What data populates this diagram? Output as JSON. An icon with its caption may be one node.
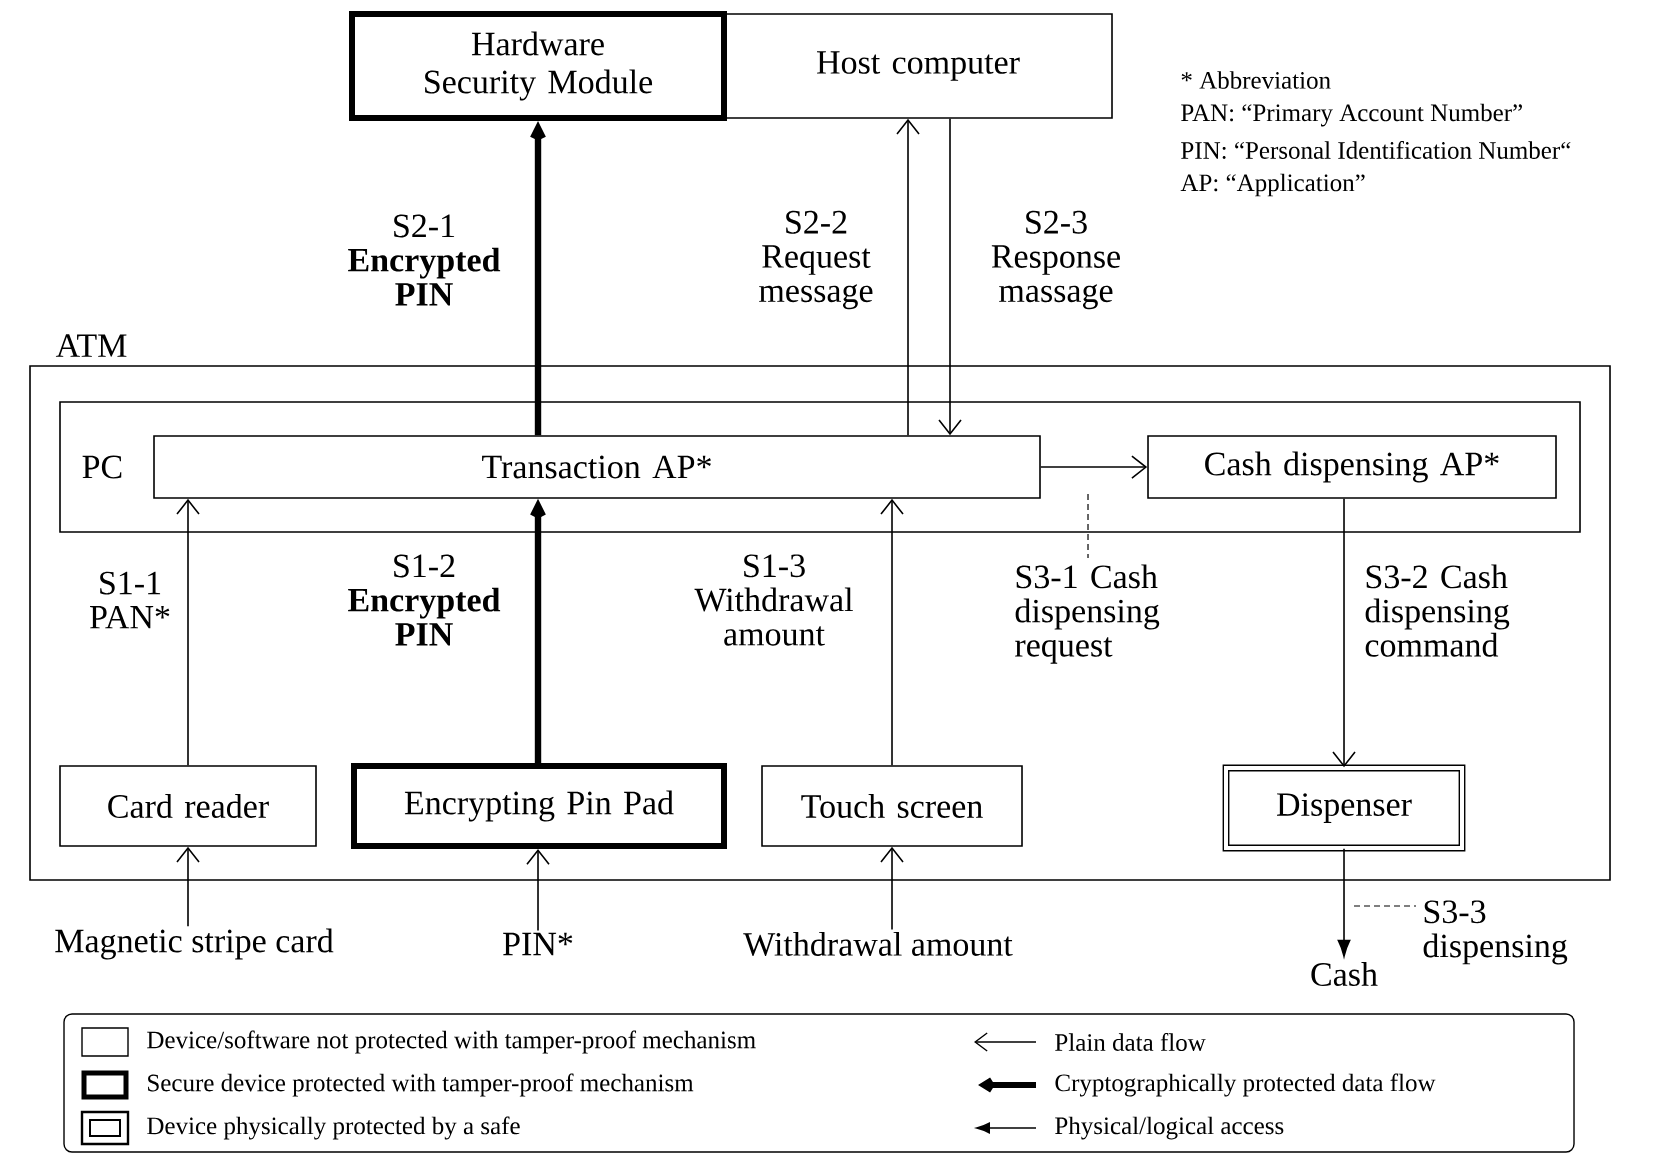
{
  "diagram": {
    "nodes": [
      {
        "text": [
          "Hardware Security Module"
        ]
      },
      {
        "text": [
          "Host computer"
        ]
      },
      {
        "text": [
          "ATM"
        ]
      },
      {
        "text": [
          "PC"
        ],
        "in": 2
      },
      {
        "text": [
          "Transaction AP*"
        ],
        "in": 3
      },
      {
        "text": [
          "Cash dispensing AP*"
        ],
        "in": 3
      },
      {
        "text": [
          "Card reader"
        ],
        "in": 2
      },
      {
        "text": [
          "Encrypting Pin Pad"
        ],
        "in": 2
      },
      {
        "text": [
          "Touch screen"
        ],
        "in": 2
      },
      {
        "text": [
          "Dispenser"
        ],
        "in": 2
      },
      {
        "text": [
          "Magnetic stripe card"
        ]
      },
      {
        "text": [
          "PIN*"
        ]
      },
      {
        "text": [
          "Withdrawal amount"
        ]
      },
      {
        "text": [
          "Cash"
        ]
      }
    ],
    "edges": [
      {
        "from": 4,
        "to": 0,
        "arrow": "to",
        "label": "S2-1 **Encrypted PIN**",
        "style": "thick"
      },
      {
        "from": 4,
        "to": 1,
        "arrow": "to",
        "label": "S2-2 Request message"
      },
      {
        "from": 1,
        "to": 4,
        "arrow": "to",
        "label": "S2-3 Response massage"
      },
      {
        "from": 4,
        "to": 5,
        "arrow": "to",
        "label": "S3-1 Cash dispensing request"
      },
      {
        "from": 6,
        "to": 4,
        "arrow": "to",
        "label": "S1-1 PAN*"
      },
      {
        "from": 7,
        "to": 4,
        "arrow": "to",
        "label": "S1-2 **Encrypted PIN**",
        "style": "thick"
      },
      {
        "from": 8,
        "to": 4,
        "arrow": "to",
        "label": "S1-3 Withdrawal amount"
      },
      {
        "from": 5,
        "to": 9,
        "arrow": "to",
        "label": "S3-2 Cash dispensing command"
      },
      {
        "from": 10,
        "to": 6,
        "arrow": "to"
      },
      {
        "from": 11,
        "to": 7,
        "arrow": "to"
      },
      {
        "from": 12,
        "to": 8,
        "arrow": "to"
      },
      {
        "from": 9,
        "to": 13,
        "arrow": "to",
        "label": "S3-3 dispensing"
      }
    ],
    "labels": [
      "* Abbreviation",
      "PAN: “Primary Account Number”",
      "PIN: “Personal Identification Number“",
      "AP: “Application”"
    ],
    "legend": [
      {
        "text": "Device/software not protected with tamper-proof mechanism"
      },
      {
        "text": "Secure device protected with tamper-proof mechanism"
      },
      {
        "text": "Device physically protected by a safe"
      },
      {
        "text": "Plain data flow"
      },
      {
        "text": "Cryptographically protected data flow"
      },
      {
        "text": "Physical/logical access"
      }
    ]
  }
}
